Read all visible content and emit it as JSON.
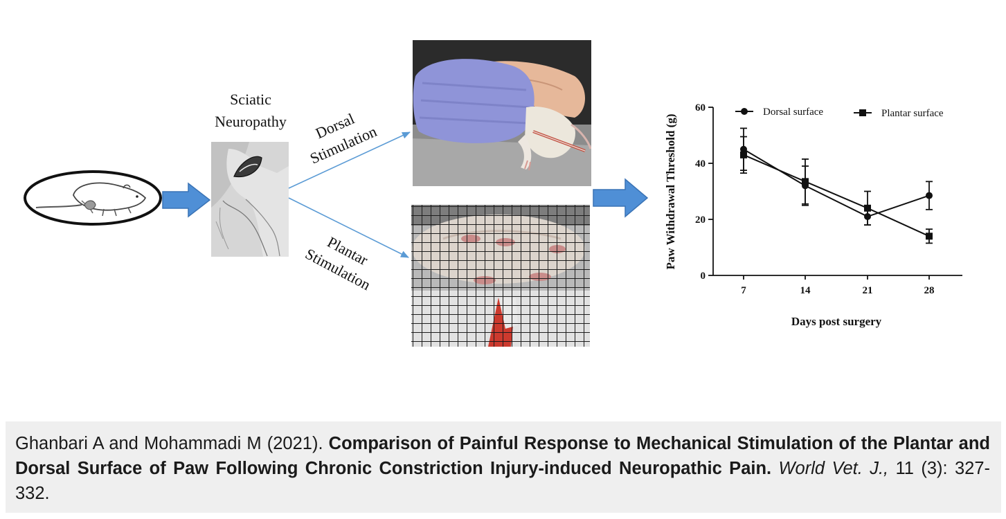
{
  "diagram": {
    "sciatic_label_line1": "Sciatic",
    "sciatic_label_line2": "Neuropathy",
    "dorsal_label_line1": "Dorsal",
    "dorsal_label_line2": "Stimulation",
    "plantar_label_line1": "Plantar",
    "plantar_label_line2": "Stimulation"
  },
  "chart_data": {
    "type": "line",
    "x": [
      7,
      14,
      21,
      28
    ],
    "xlabel": "Days post surgery",
    "ylabel": "Paw Withdrawal Threshold (g)",
    "ylim": [
      0,
      60
    ],
    "yticks": [
      0,
      20,
      40,
      60
    ],
    "legend_position": "top",
    "series": [
      {
        "name": "Dorsal surface",
        "marker": "circle",
        "values": [
          45,
          32,
          21,
          28.5
        ],
        "errors": [
          7.5,
          7,
          3,
          5
        ]
      },
      {
        "name": "Plantar surface",
        "marker": "square",
        "values": [
          43,
          33.5,
          24,
          14
        ],
        "errors": [
          6.5,
          8,
          6,
          2.5
        ]
      }
    ]
  },
  "citation": {
    "authors": "Ghanbari A and Mohammadi M (2021). ",
    "title": "Comparison of Painful Response to Mechanical Stimulation of the Plantar and Dorsal Surface of Paw Following Chronic Constriction Injury-induced Neuropathic Pain.",
    "journal": " World Vet. J.,",
    "volume": " 11 (3): 327-332."
  },
  "colors": {
    "arrow_fill": "#4f8fd6",
    "arrow_stroke": "#3a73b5",
    "line_arrow": "#5b9bd5",
    "citation_bg": "#efefef"
  }
}
